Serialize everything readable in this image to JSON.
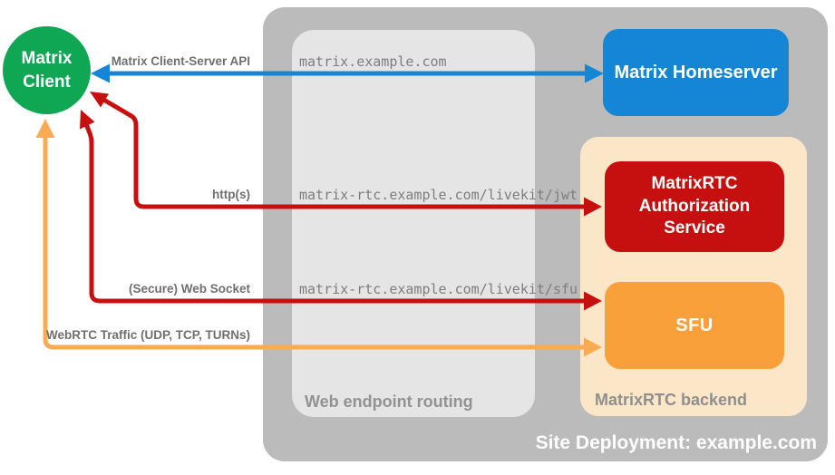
{
  "nodes": {
    "matrix_client": {
      "label": "Matrix\nClient",
      "color": "#0fa654"
    },
    "matrix_homeserver": {
      "label": "Matrix Homeserver",
      "color": "#1586d6"
    },
    "matrixrtc_authorization_service": {
      "label": "MatrixRTC Authorization Service",
      "color": "#c61010"
    },
    "sfu": {
      "label": "SFU",
      "color": "#f9a03b"
    }
  },
  "containers": {
    "site_deployment": {
      "label": "Site Deployment: example.com",
      "color": "#bbbbbb"
    },
    "web_endpoint_routing": {
      "label": "Web endpoint routing",
      "color": "#e5e5e5"
    },
    "matrixrtc_backend": {
      "label": "MatrixRTC backend",
      "color": "#fce6c8"
    }
  },
  "endpoints": [
    {
      "url": "matrix.example.com"
    },
    {
      "url": "matrix-rtc.example.com/livekit/jwt"
    },
    {
      "url": "matrix-rtc.example.com/livekit/sfu"
    }
  ],
  "connections": [
    {
      "label": "Matrix Client-Server API",
      "color": "#1586d6",
      "from": "Matrix Client",
      "to": "Matrix Homeserver",
      "bidirectional": true
    },
    {
      "label": "http(s)",
      "color": "#c61010",
      "from": "Matrix Client",
      "to": "MatrixRTC Authorization Service",
      "bidirectional": true
    },
    {
      "label": "(Secure) Web Socket",
      "color": "#c61010",
      "from": "Matrix Client",
      "to": "SFU",
      "bidirectional": true
    },
    {
      "label": "WebRTC Traffic (UDP, TCP, TURNs)",
      "color": "#f8ab52",
      "from": "Matrix Client",
      "to": "SFU",
      "bidirectional": true
    }
  ]
}
